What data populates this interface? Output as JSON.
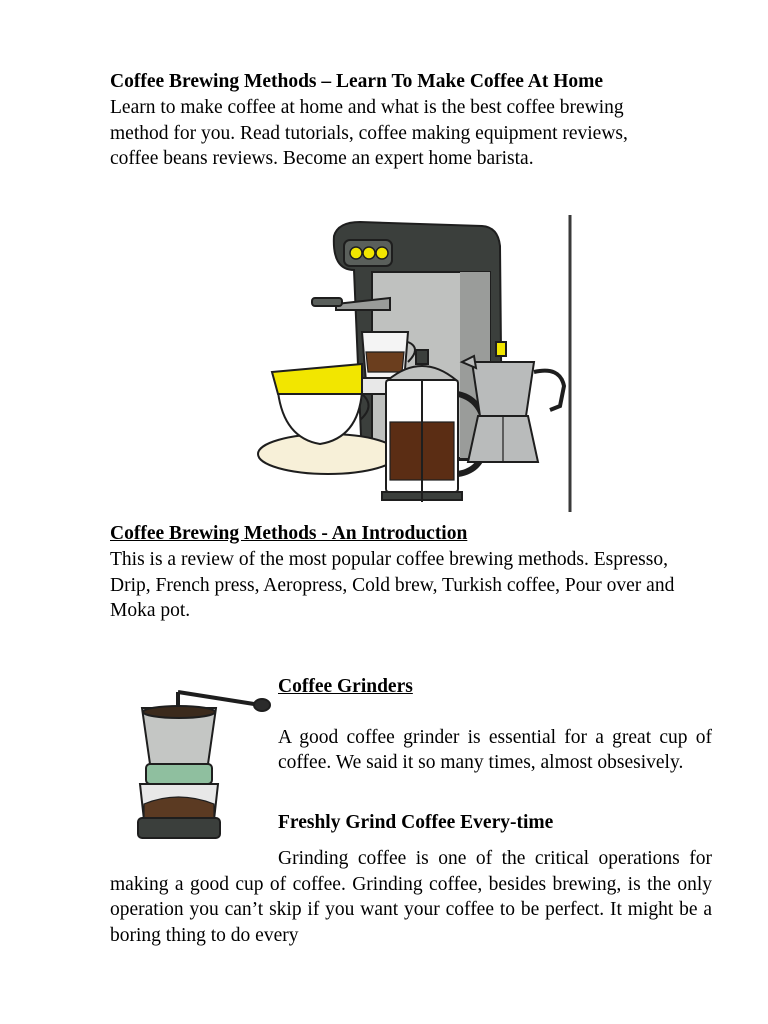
{
  "header": {
    "title": "Coffee Brewing Methods – Learn To Make Coffee At Home",
    "intro": "Learn to make coffee at home and what is the best coffee brewing method for you. Read tutorials, coffee making equipment reviews, coffee beans reviews. Become an expert home barista."
  },
  "hero": {
    "icon": "coffee-brewing-equipment-illustration"
  },
  "introduction": {
    "heading": "Coffee Brewing Methods - An Introduction",
    "body": "This is a review of the most popular coffee brewing methods. Espresso, Drip, French press, Aeropress, Cold brew, Turkish coffee, Pour over and Moka pot."
  },
  "grinders": {
    "icon": "coffee-grinder-illustration",
    "heading": "Coffee Grinders",
    "body": "A good coffee grinder is essential for a great cup of coffee. We said it so many times, almost obsesively.",
    "subheading": "Freshly Grind Coffee Every-time",
    "paragraph": "Grinding coffee is one of the critical operations for making a good cup of coffee. Grinding coffee, besides brewing, is the only operation you can’t skip if you want your coffee to be perfect. It might be a boring thing to do every"
  },
  "colors": {
    "machine_body": "#3b3f3c",
    "machine_panel": "#bfc1bf",
    "accent_yellow": "#f2e600",
    "saucer": "#f7f0d8",
    "grinder_green": "#8fbf9f",
    "moka_grey": "#b9bbbb"
  }
}
